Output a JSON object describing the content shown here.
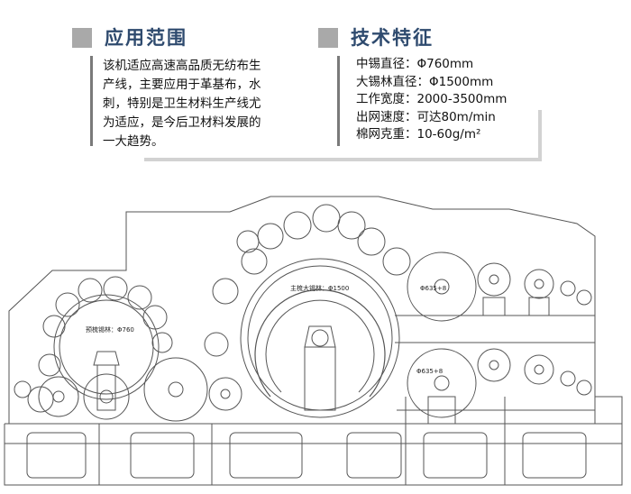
{
  "left_section": {
    "title": "应用范围",
    "lines": [
      "该机适应高速高品质无纺布生",
      "产线，主要应用于革基布，水",
      "刺，特别是卫生材料生产线尤",
      "为适应，是今后卫材料发展的",
      "一大趋势。"
    ]
  },
  "right_section": {
    "title": "技术特征",
    "specs": [
      "中锡直径：Φ760mm",
      "大锡林直径：Φ1500mm",
      "工作宽度：2000-3500mm",
      "出网速度：可达80m/min",
      "棉网克重：10-60g/m²"
    ]
  },
  "drawing": {
    "labels": {
      "pre_cylinder": "预梳锡林：Φ760",
      "main_cylinder": "主梳大锡林：Φ1500",
      "doffer_top": "Φ635+8",
      "doffer_bottom": "Φ635+8"
    }
  },
  "colors": {
    "title": "#2e4a6e",
    "marker": "#a9a9a9",
    "rule": "#7a7a7a",
    "drawing_line": "#555555"
  }
}
